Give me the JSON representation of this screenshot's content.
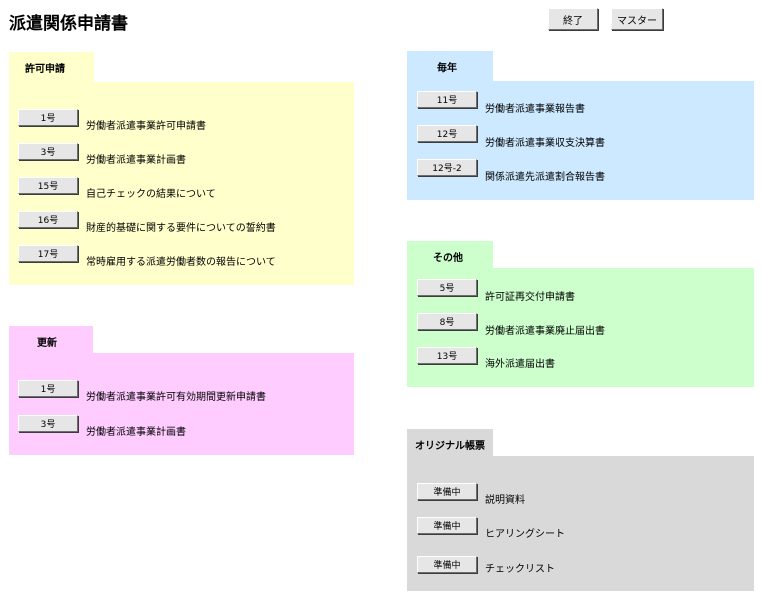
{
  "window": {
    "title": "派遣関係申請書",
    "exit_label": "終了",
    "master_label": "マスター"
  },
  "colors": {
    "kyoka": "#ffffcc",
    "koshin": "#ffccff",
    "maitoshi": "#cce9ff",
    "sonota": "#ccffcc",
    "original": "#d9d9d9"
  },
  "kyoka": {
    "tab": "許可申請",
    "items": [
      {
        "button": "1号",
        "label": "労働者派遣事業許可申請書"
      },
      {
        "button": "3号",
        "label": "労働者派遣事業計画書"
      },
      {
        "button": "15号",
        "label": "自己チェックの結果について"
      },
      {
        "button": "16号",
        "label": "財産的基礎に関する要件についての誓約書"
      },
      {
        "button": "17号",
        "label": "常時雇用する派遣労働者数の報告について"
      }
    ]
  },
  "koshin": {
    "tab": "更新",
    "items": [
      {
        "button": "1号",
        "label": "労働者派遣事業許可有効期間更新申請書"
      },
      {
        "button": "3号",
        "label": "労働者派遣事業計画書"
      }
    ]
  },
  "maitoshi": {
    "tab": "毎年",
    "items": [
      {
        "button": "11号",
        "label": "労働者派遣事業報告書"
      },
      {
        "button": "12号",
        "label": "労働者派遣事業収支決算書"
      },
      {
        "button": "12号-2",
        "label": "関係派遣先派遣割合報告書"
      }
    ]
  },
  "sonota": {
    "tab": "その他",
    "items": [
      {
        "button": "5号",
        "label": "許可証再交付申請書"
      },
      {
        "button": "8号",
        "label": "労働者派遣事業廃止届出書"
      },
      {
        "button": "13号",
        "label": "海外派遣届出書"
      }
    ]
  },
  "original": {
    "tab": "オリジナル帳票",
    "items": [
      {
        "button": "準備中",
        "label": "説明資料"
      },
      {
        "button": "準備中",
        "label": "ヒアリングシート"
      },
      {
        "button": "準備中",
        "label": "チェックリスト"
      }
    ]
  }
}
